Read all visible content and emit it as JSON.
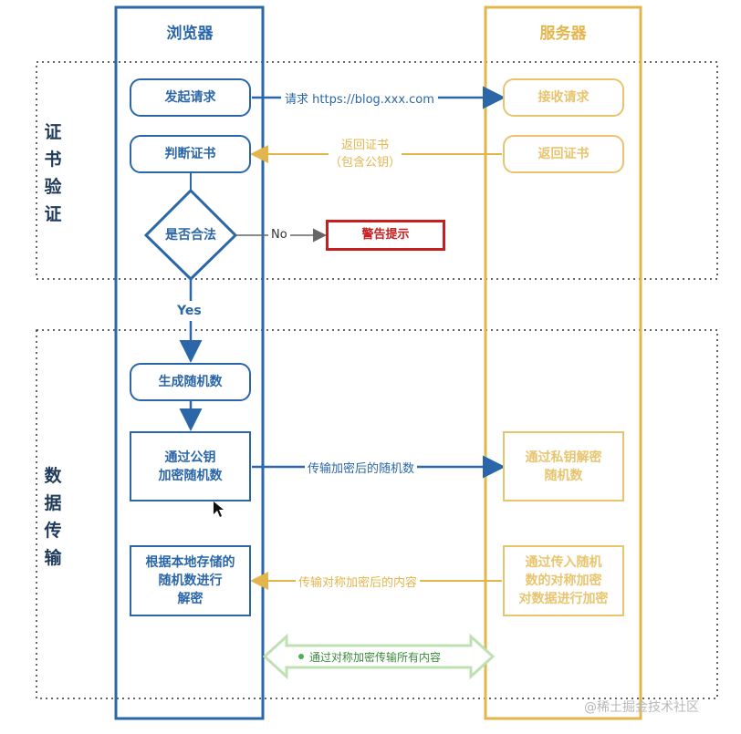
{
  "lanes": {
    "browser": "浏览器",
    "server": "服务器"
  },
  "sections": {
    "cert": "证书验证",
    "data": "数据传输"
  },
  "browser_steps": {
    "request": "发起请求",
    "judge": "判断证书",
    "legal": "是否合法",
    "random": "生成随机数",
    "encrypt": "通过公钥\n加密随机数",
    "decrypt": "根据本地存储的\n随机数进行\n解密"
  },
  "server_steps": {
    "receive": "接收请求",
    "return_cert": "返回证书",
    "private_decrypt": "通过私钥解密\n随机数",
    "sym_encrypt": "通过传入随机\n数的对称加密\n对数据进行加密"
  },
  "arrows": {
    "request": "请求 https://blog.xxx.com",
    "return_cert": "返回证书\n（包含公钥）",
    "no": "No",
    "yes": "Yes",
    "send_random": "传输加密后的随机数",
    "send_content": "传输对称加密后的内容",
    "all_content": "通过对称加密传输所有内容"
  },
  "warning": "警告提示",
  "watermark": "@稀土掘金技术社区",
  "colors": {
    "browser": "#2b67a8",
    "server": "#e2b64d",
    "warning": "#c81e1e",
    "double_arrow": "#cde8c4"
  }
}
